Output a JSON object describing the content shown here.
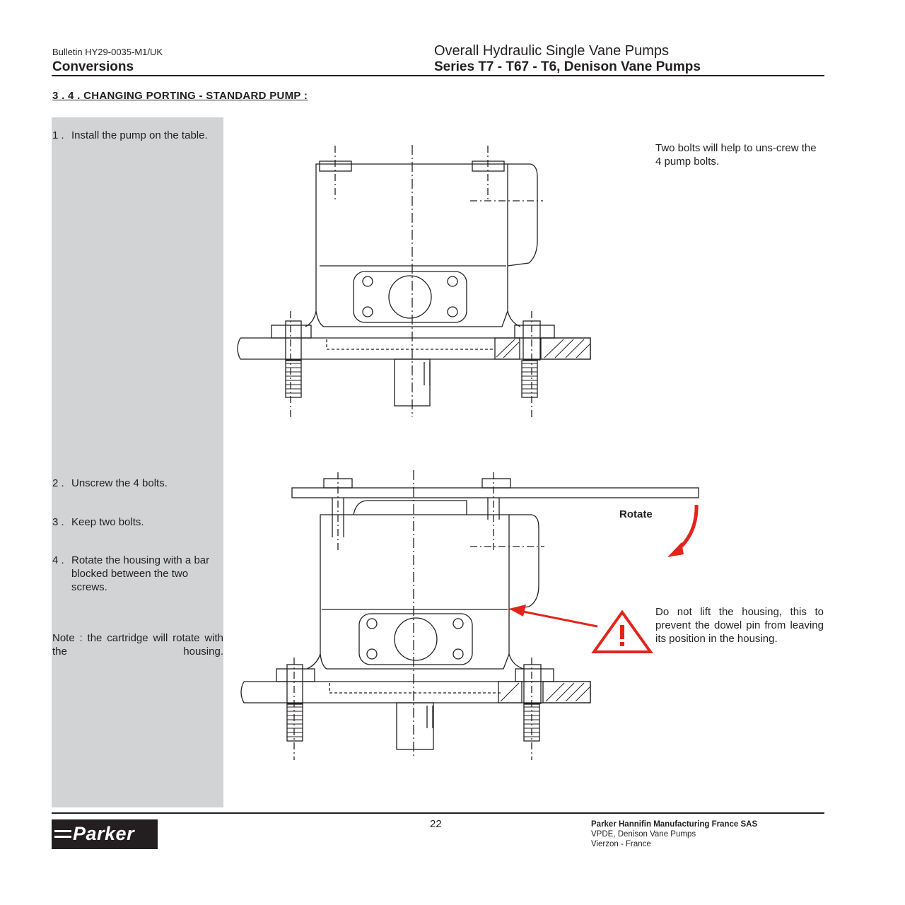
{
  "header": {
    "bulletin": "Bulletin HY29-0035-M1/UK",
    "section_name": "Conversions",
    "title_line1": "Overall Hydraulic Single Vane Pumps",
    "title_line2": "Series T7 - T67 - T6, Denison Vane Pumps"
  },
  "section_title": "3 . 4 .  CHANGING PORTING - STANDARD PUMP :",
  "steps": [
    {
      "num": "1 .",
      "text": "Install the pump on the table."
    },
    {
      "num": "2 .",
      "text": "Unscrew the 4 bolts."
    },
    {
      "num": "3 .",
      "text": "Keep two bolts."
    },
    {
      "num": "4 .",
      "text": "Rotate the housing with a bar blocked between the two screws."
    }
  ],
  "note": "Note : the cartridge will rotate with the housing.",
  "figure1": {
    "caption": "Two bolts will help to uns-crew the 4 pump bolts."
  },
  "figure2": {
    "rotate_label": "Rotate",
    "warning_text": "Do not lift the housing, this to prevent the dowel pin from leaving its position in the housing.",
    "warning_icon": "warning-triangle-icon",
    "arrow_color": "#e1251b"
  },
  "footer": {
    "page_number": "22",
    "company_line1": "Parker Hannifin Manufacturing France SAS",
    "company_line2": "VPDE, Denison Vane Pumps",
    "company_line3": "Vierzon - France",
    "logo_text": "Parker"
  }
}
